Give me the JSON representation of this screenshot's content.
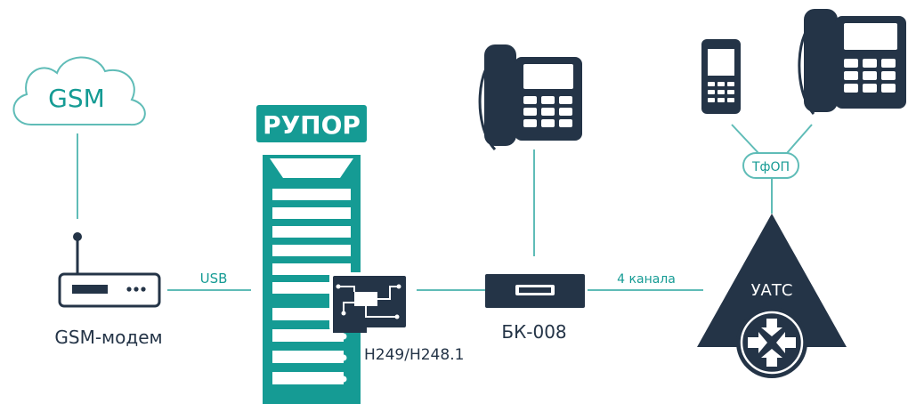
{
  "nodes": {
    "gsm_cloud": "GSM",
    "modem": "GSM-модем",
    "rupor": "РУПОР",
    "card": "H249/H248.1",
    "bk": "БК-008",
    "tfop": "ТфОП",
    "uats": "УАТС"
  },
  "links": {
    "usb": "USB",
    "channels": "4 канала"
  },
  "colors": {
    "teal": "#159b94",
    "navy": "#243447",
    "line": "#5fbcb7"
  },
  "icons": [
    "cloud-icon",
    "router-icon",
    "server-rack-icon",
    "pcb-card-icon",
    "bk-box-icon",
    "desk-phone-icon",
    "mobile-phone-icon",
    "pbx-triangle-icon",
    "arrows-in-icon"
  ]
}
